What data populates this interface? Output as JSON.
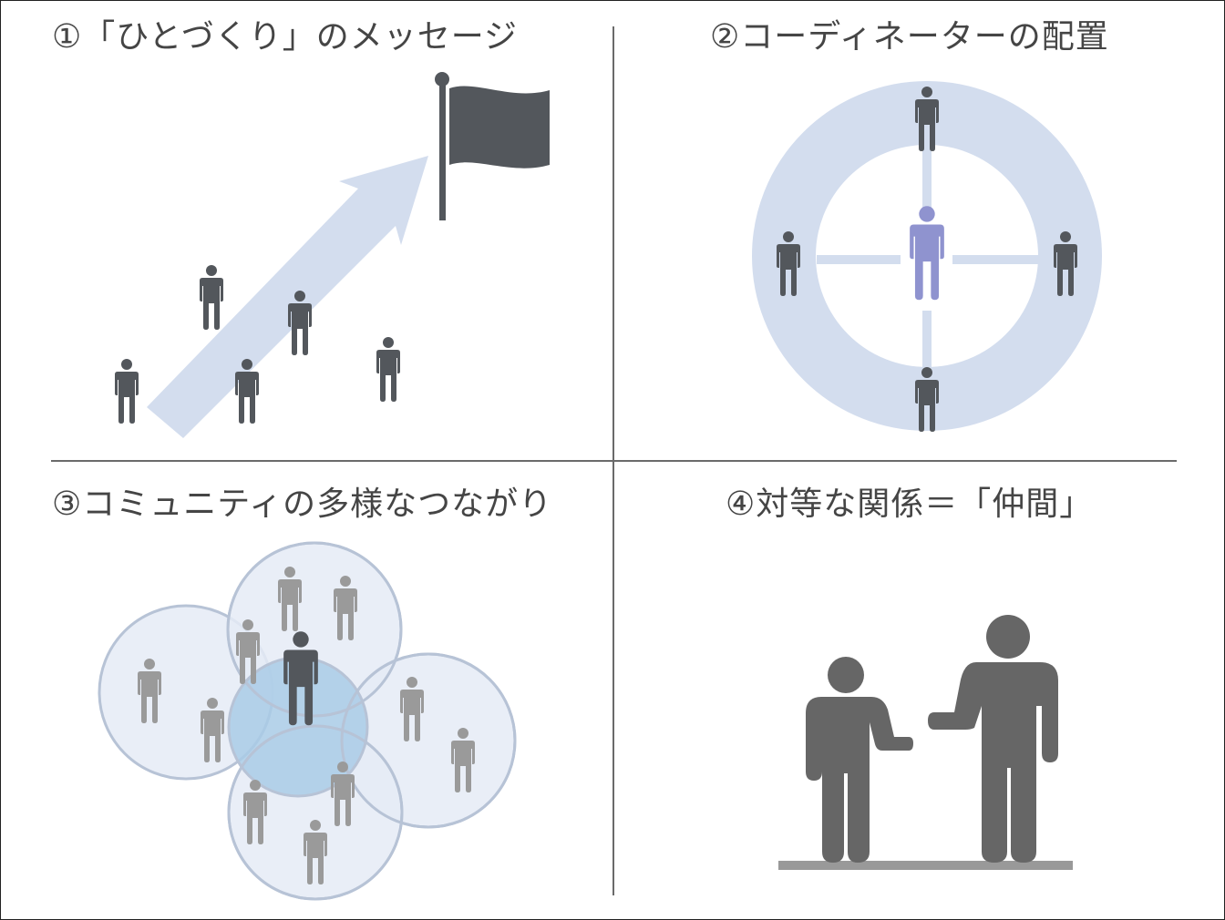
{
  "panels": {
    "p1": {
      "title": "①「ひとづくり」のメッセージ"
    },
    "p2": {
      "title": "②コーディネーターの配置"
    },
    "p3": {
      "title": "③コミュニティの多様なつながり"
    },
    "p4": {
      "title": "④対等な関係＝「仲間」"
    }
  },
  "colors": {
    "person_dark": "#53575c",
    "person_gray": "#9a9a9a",
    "person_coordinator": "#8f93cf",
    "arrow": "#d3ddee",
    "ring": "#d3ddee",
    "circle_fill": "#e5ebf6",
    "circle_stroke": "#b7c3d6",
    "overlap": "#a9cbe6",
    "figure_gray": "#666666",
    "floor": "#999999"
  },
  "icons": [
    "person-icon",
    "flag-icon",
    "arrow-icon",
    "ring-icon",
    "community-circles"
  ]
}
